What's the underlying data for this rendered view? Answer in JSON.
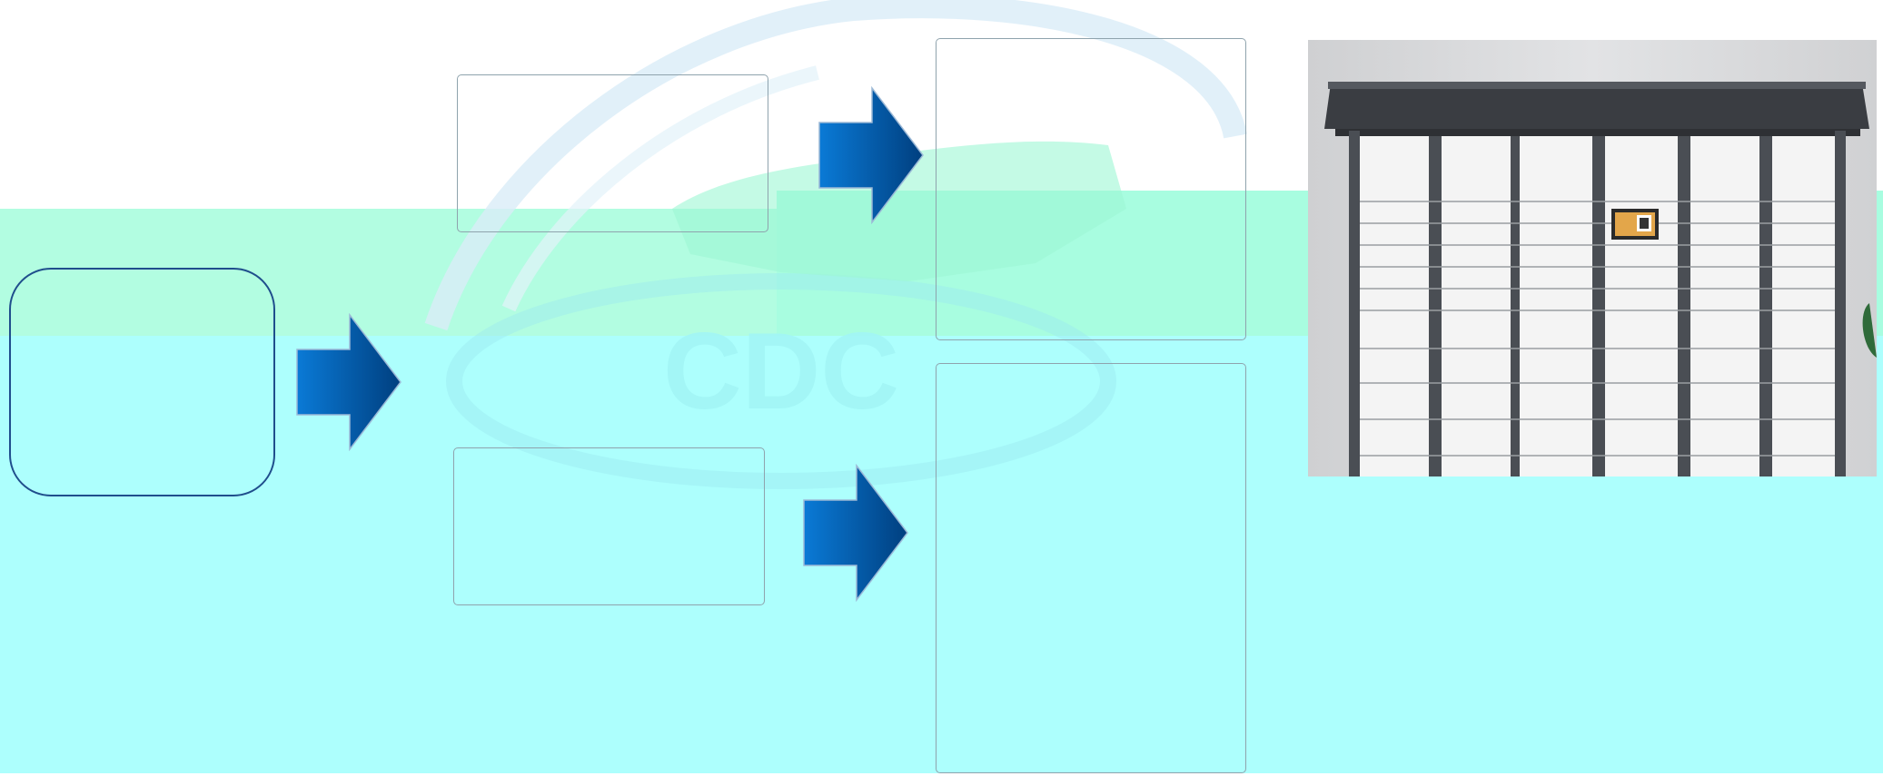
{
  "diagram": {
    "boxes": [
      {
        "id": "source",
        "text": ""
      },
      {
        "id": "upper-middle",
        "text": ""
      },
      {
        "id": "lower-middle",
        "text": ""
      },
      {
        "id": "upper-right",
        "text": ""
      },
      {
        "id": "lower-right",
        "text": ""
      }
    ],
    "watermark_text": "CDC",
    "colors": {
      "arrow_dark": "#003f7f",
      "arrow_light": "#0a7ad6",
      "box_border": "#8fa3ad",
      "main_border": "#1f4e8c",
      "mint_band": "#b2fde1",
      "cyan_band": "#adfffd"
    },
    "photo": {
      "subject": "smart-parcel-locker"
    }
  }
}
